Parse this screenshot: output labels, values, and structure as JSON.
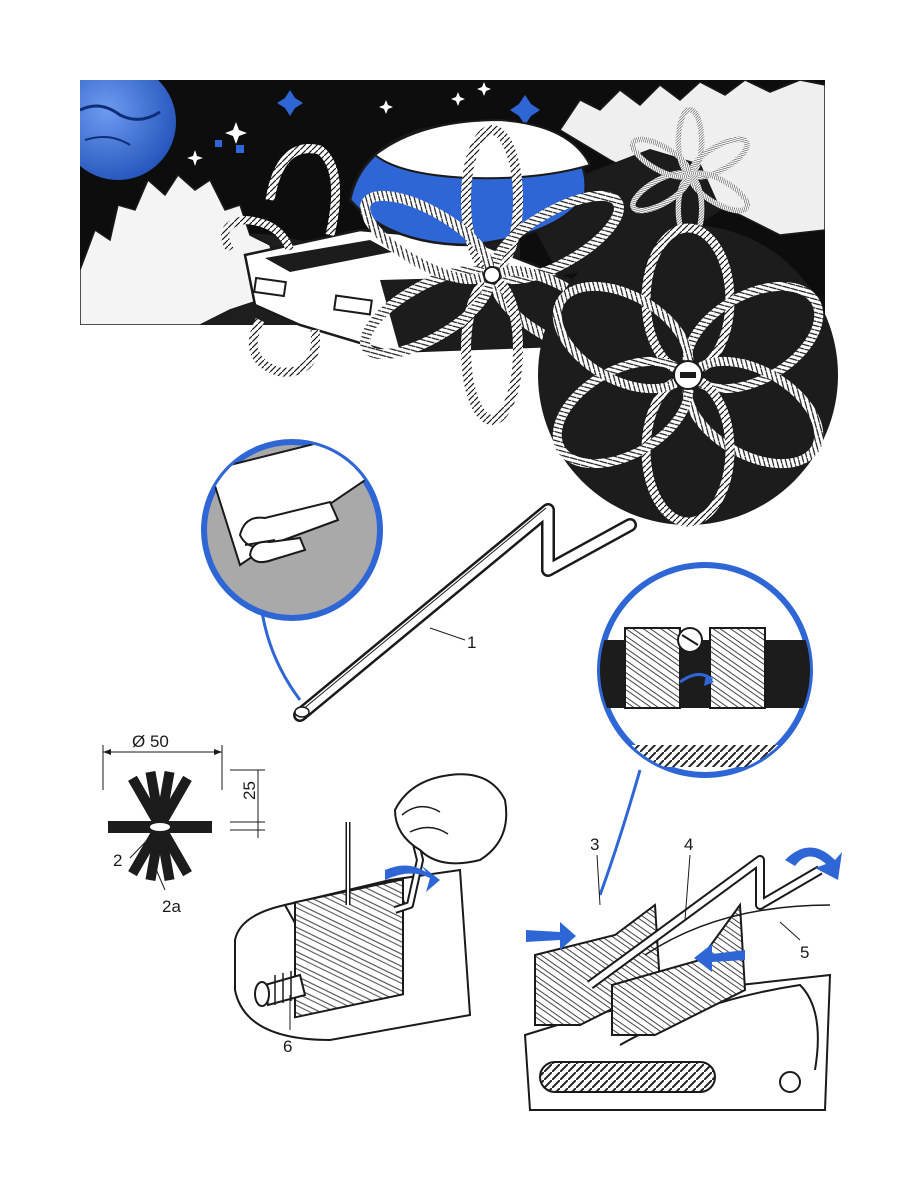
{
  "labels": {
    "dimension_diameter": "Ø 50",
    "dimension_offset": "25",
    "part_1": "1",
    "part_2": "2",
    "part_2a": "2a",
    "part_3": "3",
    "part_4": "4",
    "part_5": "5",
    "part_6": "6"
  },
  "colors": {
    "accent_blue": "#2f66d6",
    "ink": "#1a1a1a",
    "dark_fill": "#1c1c1c",
    "paper": "#ffffff",
    "zoom_gray": "#a9a9a9"
  },
  "icons": {
    "planet": "planet-icon",
    "star": "star-icon",
    "arrow": "push-arrow-icon"
  }
}
